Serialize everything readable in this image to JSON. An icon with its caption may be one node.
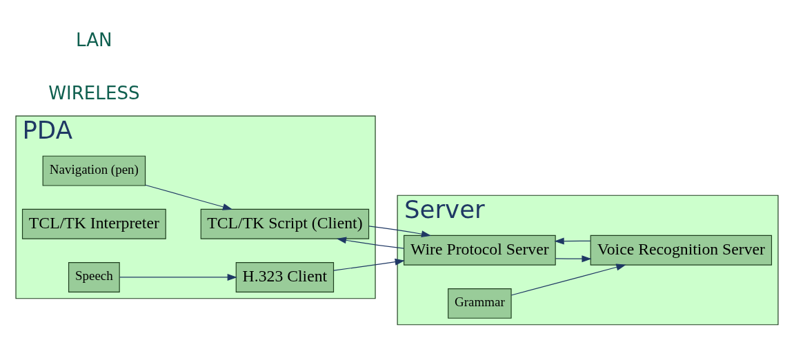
{
  "diagram": {
    "nodes": [
      {
        "text": [
          "PDA"
        ]
      },
      {
        "text": [
          "Navigation (pen)"
        ],
        "in": 0
      },
      {
        "text": [
          "TCL/TK Interpreter"
        ],
        "in": 0
      },
      {
        "text": [
          "TCL/TK Script (Client)"
        ],
        "in": 0
      },
      {
        "text": [
          "Speech"
        ],
        "in": 0
      },
      {
        "text": [
          "H.323 Client"
        ],
        "in": 0
      },
      {
        "text": [
          "Server"
        ]
      },
      {
        "text": [
          "Wire Protocol Server"
        ],
        "in": 6
      },
      {
        "text": [
          "Voice Recognition Server"
        ],
        "in": 6
      },
      {
        "text": [
          "Grammar"
        ],
        "in": 6
      }
    ],
    "edges": [
      {
        "from": 1,
        "to": 3,
        "arrow": "to"
      },
      {
        "from": 3,
        "to": 7,
        "arrow": "to"
      },
      {
        "from": 7,
        "to": 3,
        "arrow": "to"
      },
      {
        "from": 4,
        "to": 5,
        "arrow": "to"
      },
      {
        "from": 5,
        "to": 7,
        "arrow": "to"
      },
      {
        "from": 7,
        "to": 8,
        "arrow": "to"
      },
      {
        "from": 8,
        "to": 7,
        "arrow": "to"
      },
      {
        "from": 9,
        "to": 8,
        "arrow": "to"
      }
    ],
    "labels": [
      "WIRELESS",
      "LAN"
    ]
  }
}
